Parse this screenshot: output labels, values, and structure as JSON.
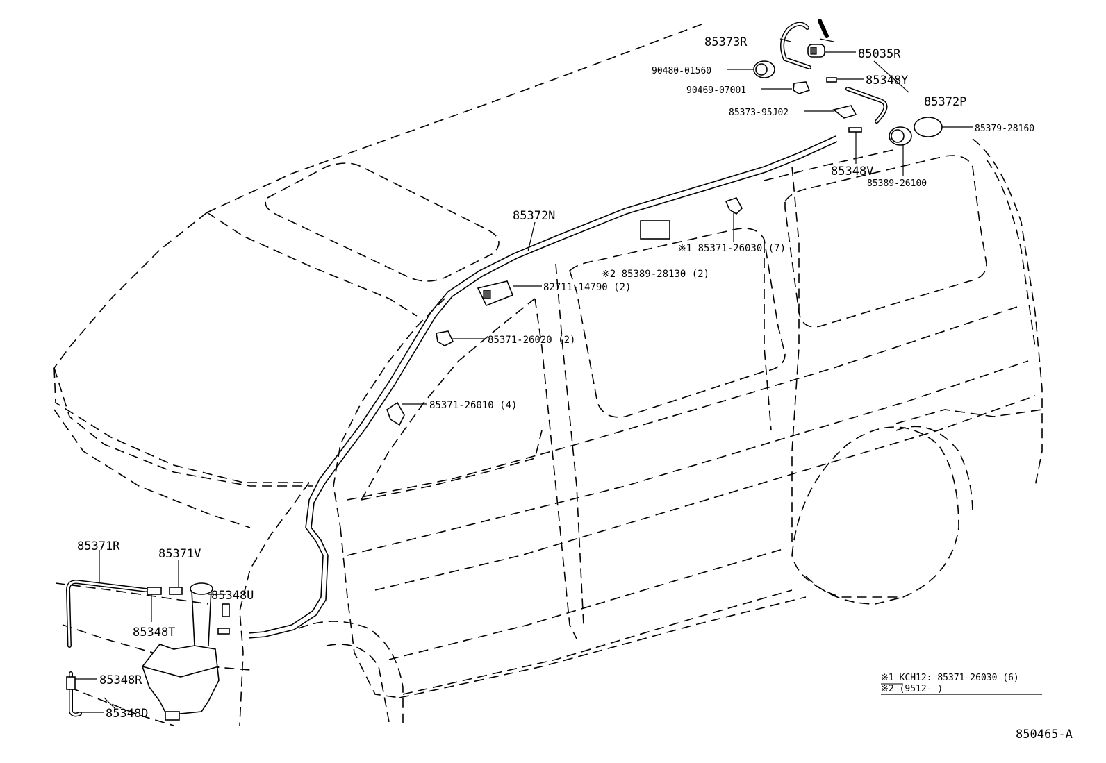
{
  "diagram_id": "850465-A",
  "labels": {
    "p85373R": "85373R",
    "p85035R": "85035R",
    "p90480": "90480-01560",
    "p85348Y": "85348Y",
    "p90469": "90469-07001",
    "p85372P": "85372P",
    "p85373_95J02": "85373-95J02",
    "p85379": "85379-28160",
    "p85348V": "85348V",
    "p85389_26100": "85389-26100",
    "p85372N": "85372N",
    "p85371_26030": "※1  85371-26030 (7)",
    "p85389_28130": "※2  85389-28130 (2)",
    "p82711": "82711-14790 (2)",
    "p85371_26020": "85371-26020 (2)",
    "p85371_26010": "85371-26010 (4)",
    "p85371R": "85371R",
    "p85371V": "85371V",
    "p85348U": "85348U",
    "p85348T": "85348T",
    "p85348R": "85348R",
    "p85348D": "85348D"
  },
  "notes": {
    "note1": "※1 KCH12:  85371-26030 (6)",
    "note2": "※2 (9512-      )"
  }
}
